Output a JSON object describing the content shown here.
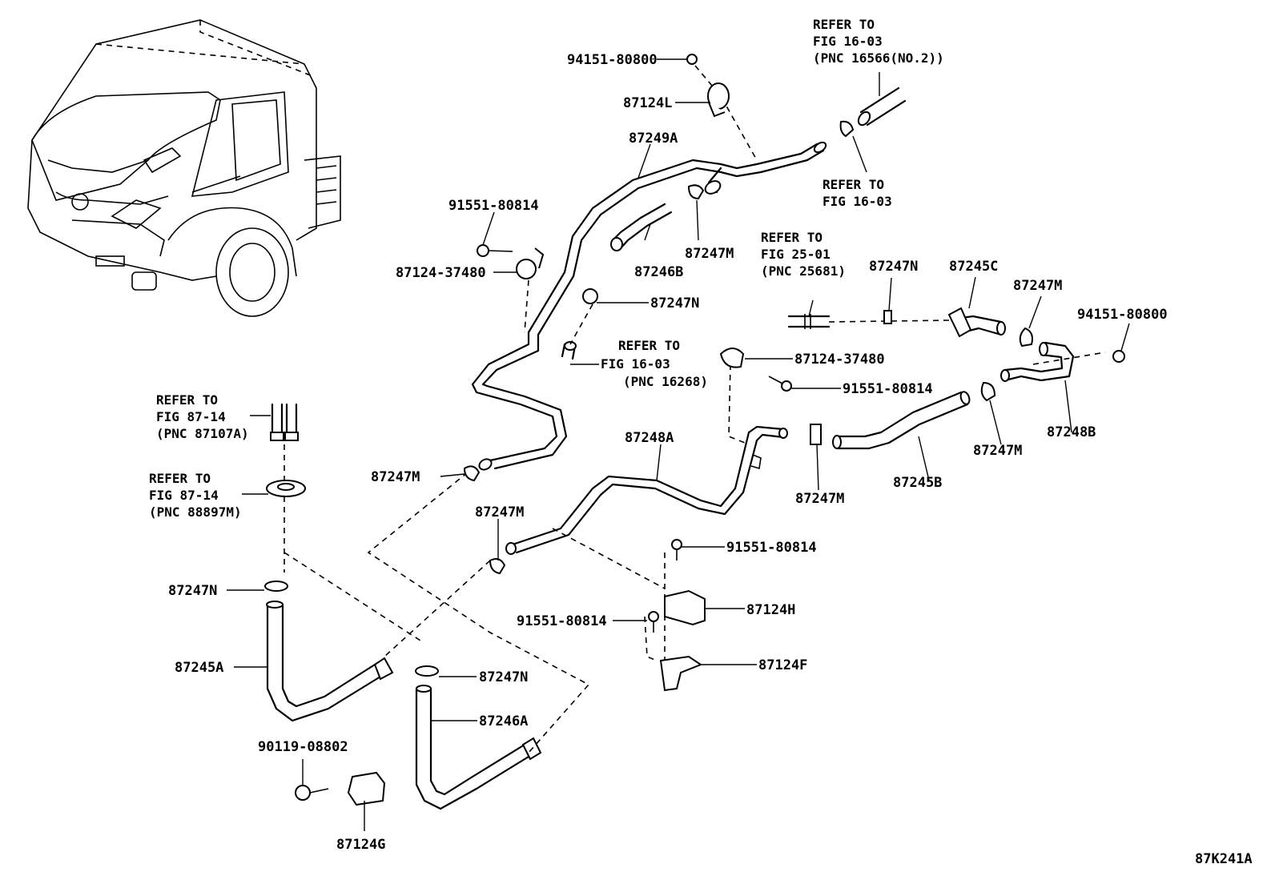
{
  "labels": {
    "p94151_top": "94151-80800",
    "p87124L": "87124L",
    "p87249A": "87249A",
    "p91551_a": "91551-80814",
    "p87124_37480_a": "87124-37480",
    "p87246B": "87246B",
    "p87247M_a": "87247M",
    "p87247N_a": "87247N",
    "p87247N_b": "87247N",
    "p87245C": "87245C",
    "p87247M_b": "87247M",
    "p94151_right": "94151-80800",
    "p87124_37480_b": "87124-37480",
    "p91551_b": "91551-80814",
    "p87248B": "87248B",
    "p87247M_c": "87247M",
    "p87245B": "87245B",
    "p87247M_d": "87247M",
    "p87248A": "87248A",
    "p87247M_e": "87247M",
    "p87247M_f": "87247M",
    "p91551_c": "91551-80814",
    "p87124H": "87124H",
    "p91551_d": "91551-80814",
    "p87124F": "87124F",
    "p87247N_c": "87247N",
    "p87245A": "87245A",
    "p87247N_d": "87247N",
    "p87246A": "87246A",
    "p90119": "90119-08802",
    "p87124G": "87124G",
    "figure_id": "87K241A"
  },
  "refs": {
    "r1": [
      "REFER TO",
      "FIG 16-03",
      "(PNC 16566(NO.2))"
    ],
    "r2": [
      "REFER TO",
      "FIG 16-03"
    ],
    "r3": [
      "REFER TO",
      "FIG 25-01",
      "(PNC 25681)"
    ],
    "r4": [
      "REFER TO",
      "FIG 16-03",
      "(PNC 16268)"
    ],
    "r5": [
      "REFER TO",
      "FIG 87-14",
      "(PNC 87107A)"
    ],
    "r6": [
      "REFER TO",
      "FIG 87-14",
      "(PNC 88897M)"
    ]
  }
}
